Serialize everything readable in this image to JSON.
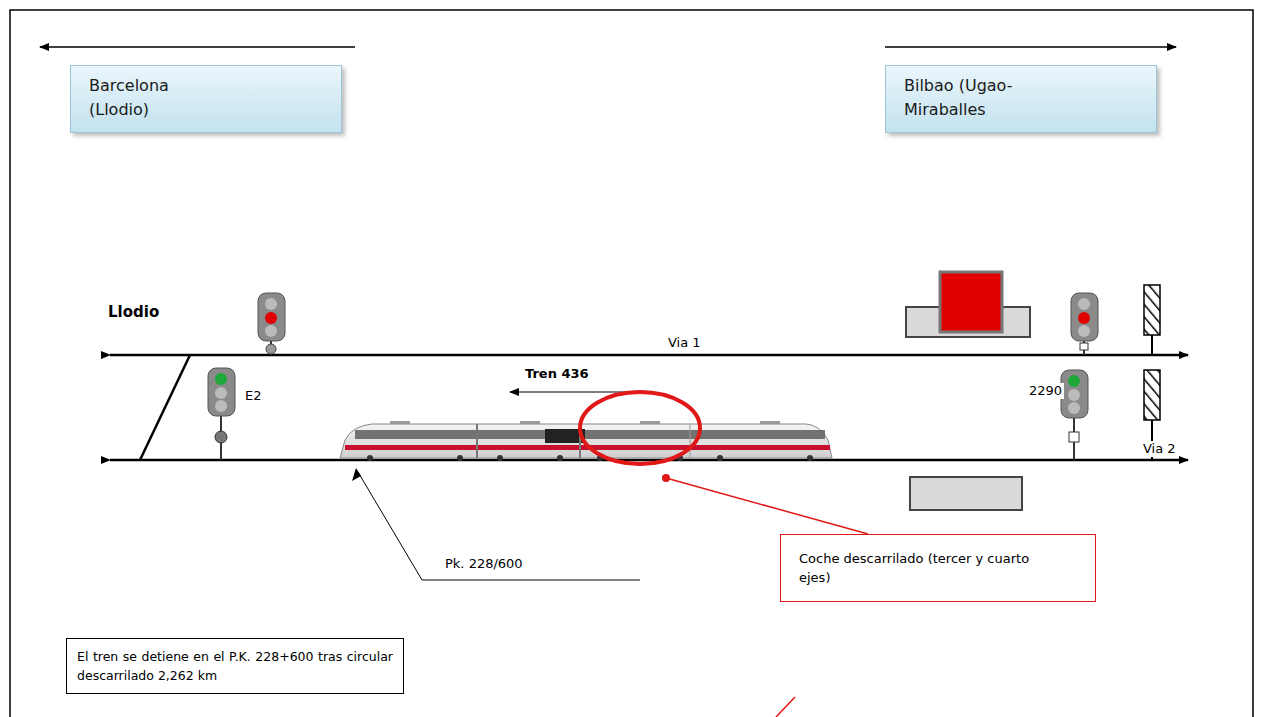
{
  "diagram": {
    "nodes": [
      {
        "text": [
          "Barcelona (Llodio)"
        ]
      },
      {
        "text": [
          "Bilbao (Ugao-Miraballes"
        ]
      },
      {
        "text": [
          "Coche descarrilado (tercer y cuarto ejes)"
        ]
      },
      {
        "text": [
          "El tren se detiene en el P.K. 228+600 tras circular descarrilado 2,262 km"
        ]
      }
    ],
    "labels": [
      "Llodio",
      "Via 1",
      "Tren 436",
      "E2",
      "2290",
      "Via 2",
      "Pk. 228/600"
    ]
  }
}
